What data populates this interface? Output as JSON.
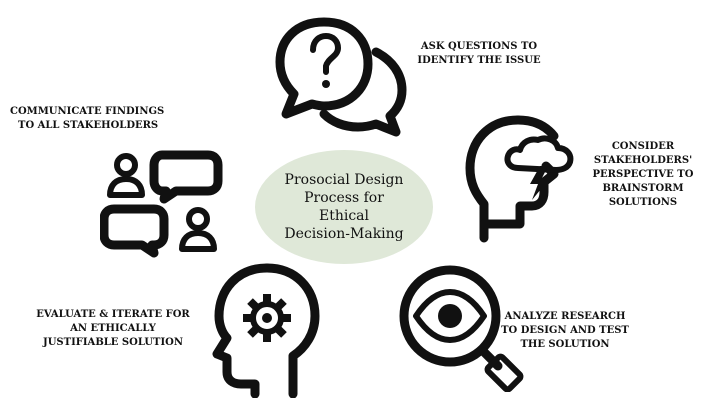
{
  "center": {
    "lines": [
      "Prosocial Design",
      "Process for",
      "Ethical",
      "Decision-Making"
    ],
    "fill": "#dfe8d8"
  },
  "steps": [
    {
      "id": "ask",
      "lines": [
        "ASK QUESTIONS TO",
        "IDENTIFY THE ISSUE"
      ],
      "icon": "question-speech-bubbles-icon"
    },
    {
      "id": "consider",
      "lines": [
        "CONSIDER",
        "STAKEHOLDERS'",
        "PERSPECTIVE TO",
        "BRAINSTORM",
        "SOLUTIONS"
      ],
      "icon": "head-storm-cloud-icon"
    },
    {
      "id": "analyze",
      "lines": [
        "ANALYZE  RESEARCH",
        "TO DESIGN AND TEST",
        "THE SOLUTION"
      ],
      "icon": "eye-magnifier-icon"
    },
    {
      "id": "evaluate",
      "lines": [
        "EVALUATE & ITERATE FOR",
        "AN ETHICALLY",
        "JUSTIFIABLE SOLUTION"
      ],
      "icon": "head-gear-icon"
    },
    {
      "id": "communicate",
      "lines": [
        "COMMUNICATE FINDINGS",
        "TO ALL STAKEHOLDERS"
      ],
      "icon": "people-chat-icon"
    }
  ]
}
